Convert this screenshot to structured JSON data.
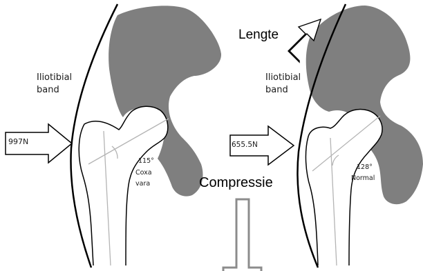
{
  "left_panel": {
    "band_label_line1": "Iliotibial",
    "band_label_line2": "band",
    "force": "997N",
    "angle": "115°",
    "condition_line1": "Coxa",
    "condition_line2": "vara"
  },
  "right_panel": {
    "band_label_line1": "Iliotibial",
    "band_label_line2": "band",
    "force": "655.5N",
    "angle": "128°",
    "condition": "Normal"
  },
  "annotations": {
    "lengthening": "Lengte",
    "compression": "Compressie"
  },
  "colors": {
    "bone_fill": "#7f7f7f",
    "outline": "#000000",
    "axis_lines": "#b4b4b4",
    "bar_stroke": "#8c8c8c"
  }
}
